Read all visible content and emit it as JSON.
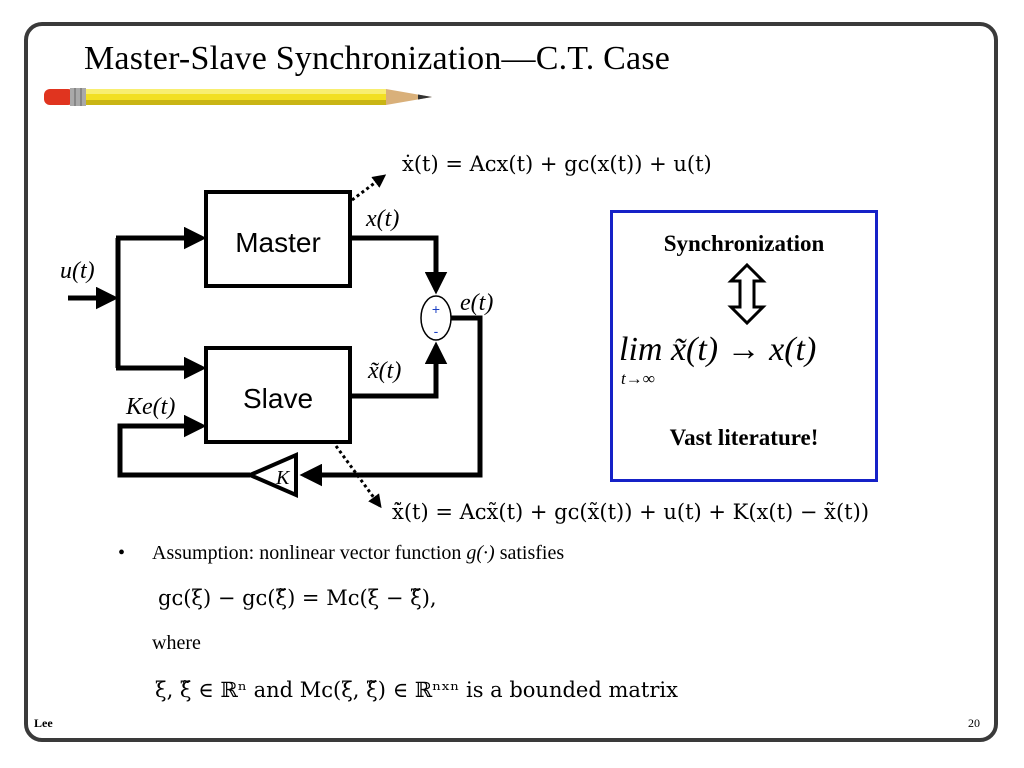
{
  "slide": {
    "title": "Master-Slave Synchronization—C.T.  Case",
    "author": "Lee",
    "page_number": "20"
  },
  "diagram": {
    "master_label": "Master",
    "slave_label": "Slave",
    "input_label": "u(t)",
    "master_output_label": "x(t)",
    "slave_output_label": "x̃(t)",
    "error_label": "e(t)",
    "feedback_label": "Ke(t)",
    "gain_label": "K",
    "sum_plus": "+",
    "sum_minus": "-"
  },
  "equations": {
    "master_dynamics": "ẋ(t) = Aᴄx(t) + gᴄ(x(t)) + u(t)",
    "slave_dynamics": "x̃̇(t) = Aᴄx̃(t) + gᴄ(x̃(t)) + u(t) + K(x(t) − x̃(t))"
  },
  "sync_box": {
    "title": "Synchronization",
    "limit_expr": "lim x̃(t) → x(t)",
    "limit_sub": "t→∞",
    "note": "Vast literature!"
  },
  "assumption": {
    "bullet": "•",
    "text": "Assumption: nonlinear vector function ",
    "func": "g(·)",
    "text_end": " satisfies",
    "equation": "gᴄ(ξ) − gᴄ(ξ̃) = Mᴄ(ξ − ξ̃),",
    "where": "where",
    "condition": "ξ, ξ̃ ∈ ℝⁿ  and  Mᴄ(ξ, ξ̃) ∈ ℝⁿˣⁿ  is a bounded matrix"
  }
}
